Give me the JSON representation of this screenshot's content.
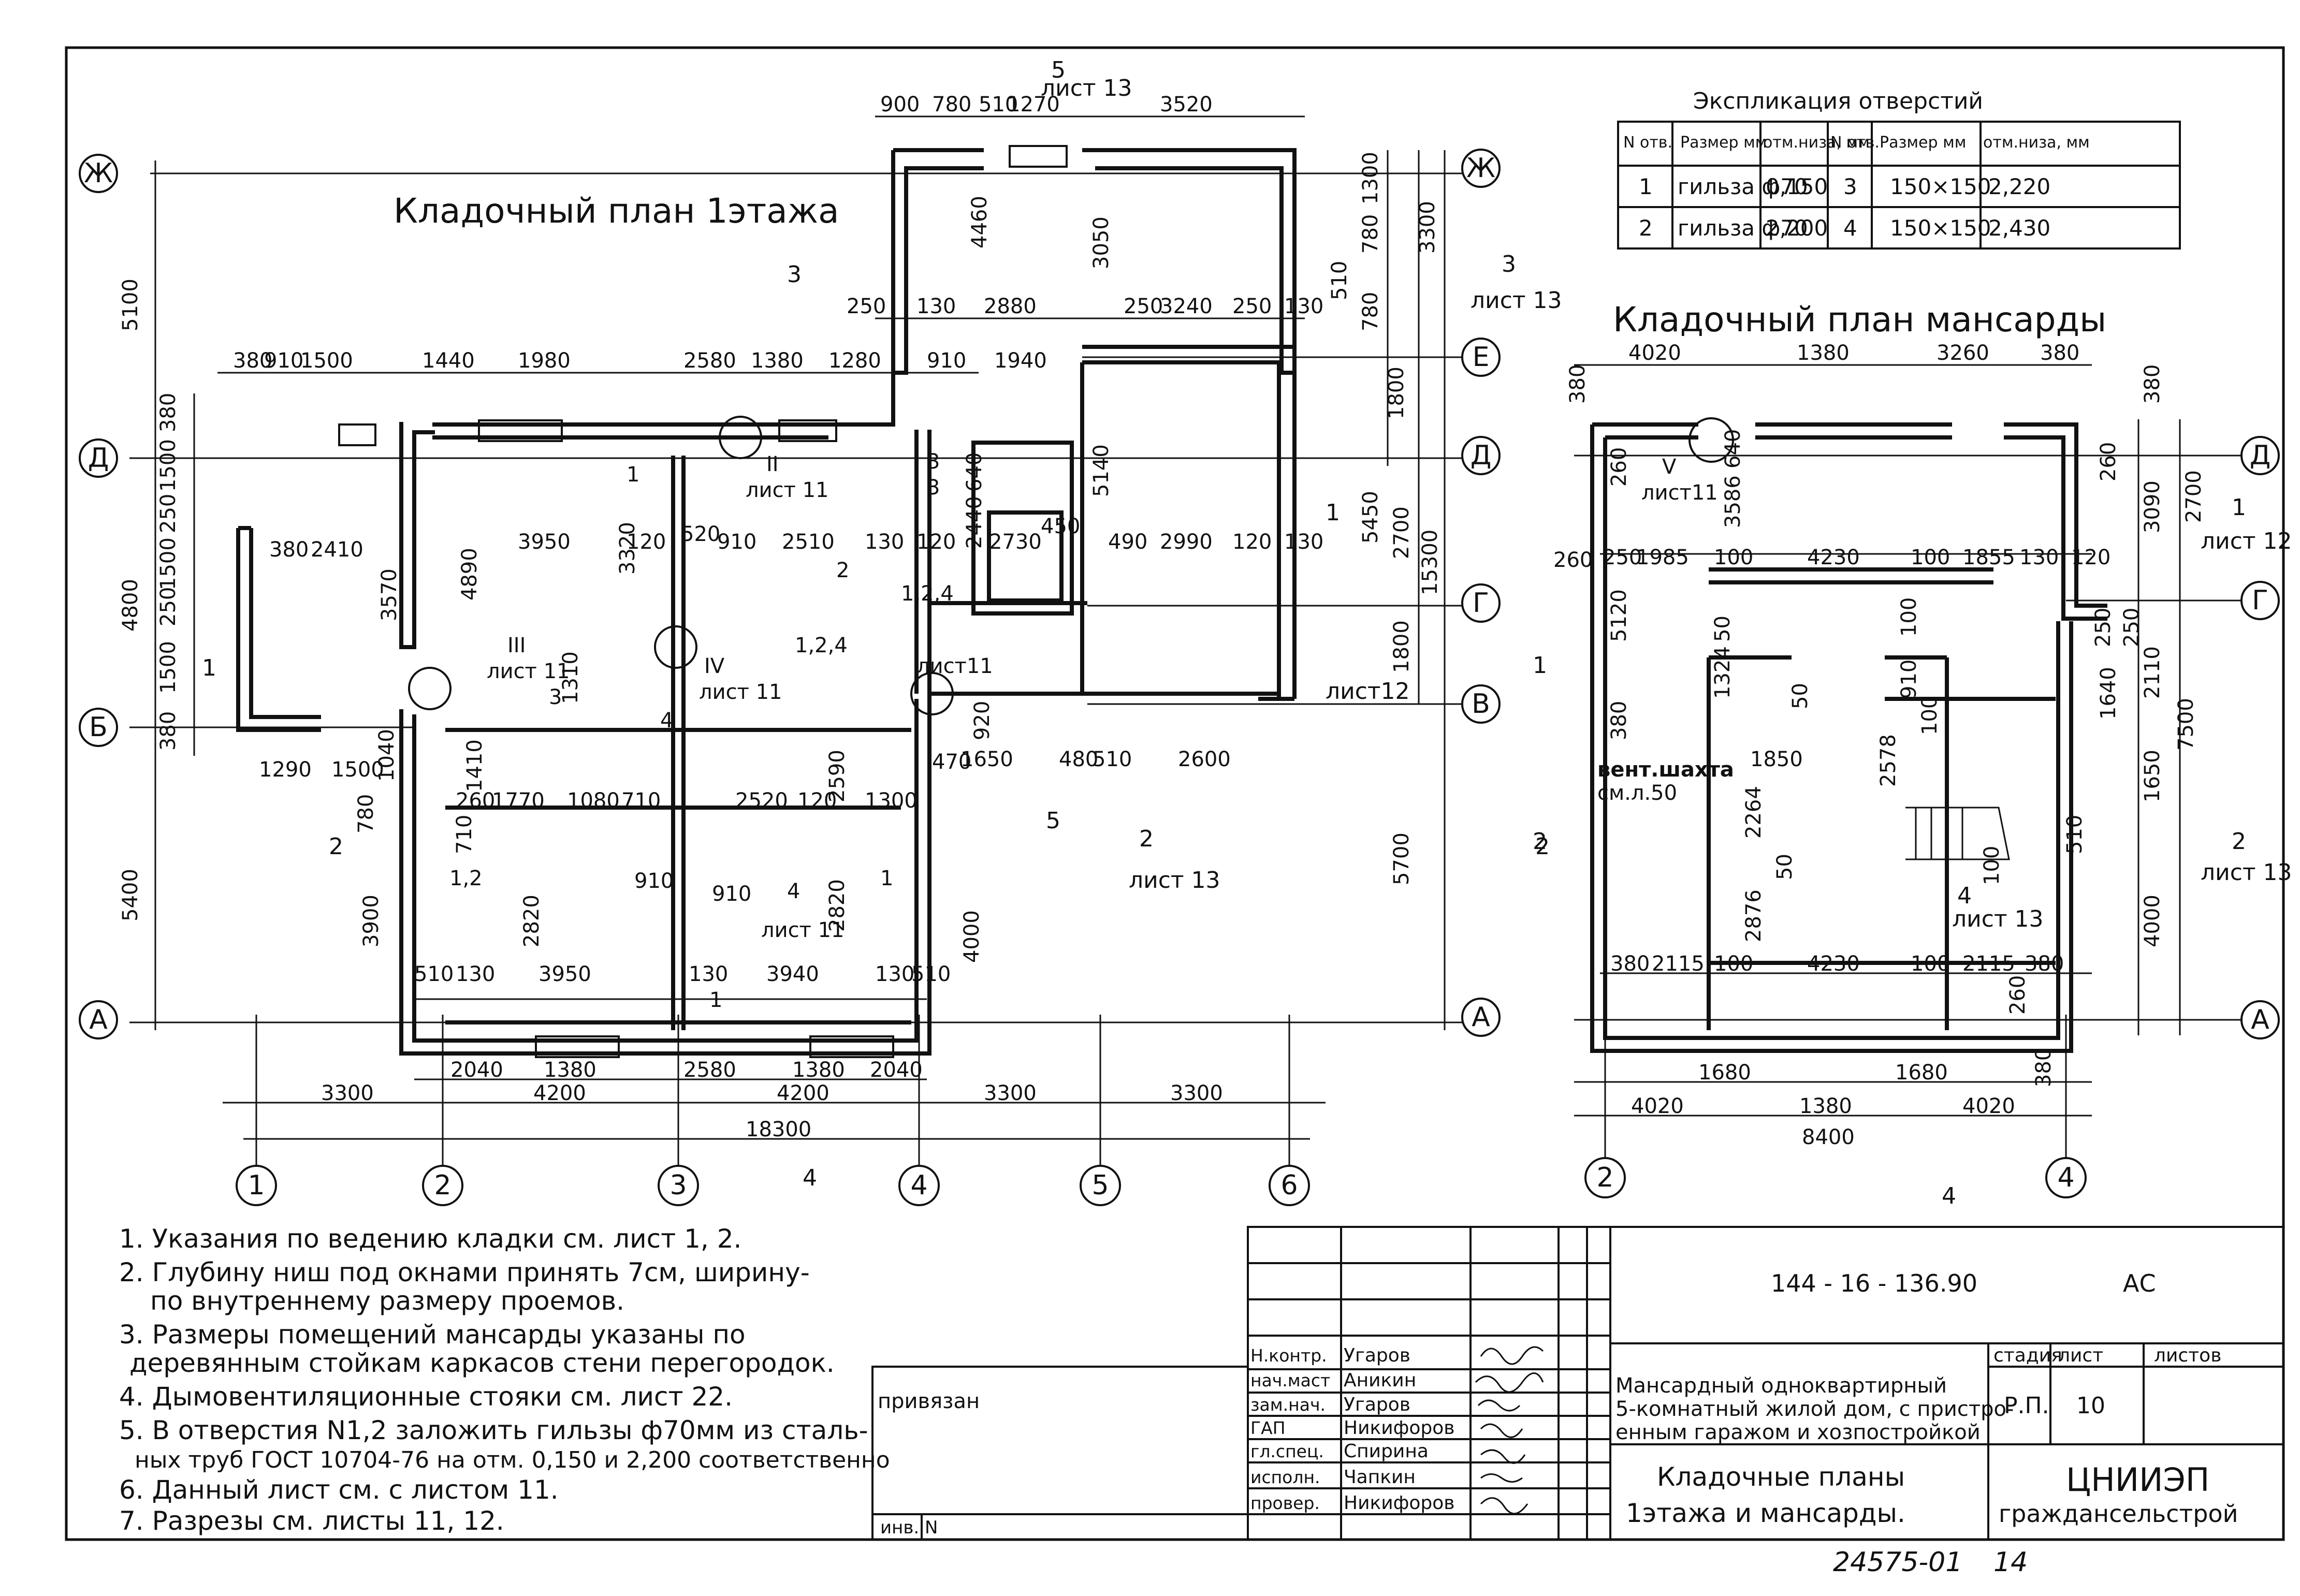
{
  "plan1": {
    "title": "Кладочный план 1этажа",
    "axes_letters": [
      "Ж",
      "Е",
      "Д",
      "Г",
      "В",
      "Б",
      "А"
    ],
    "axes_numbers": [
      "1",
      "2",
      "3",
      "4",
      "5",
      "6"
    ],
    "top_dims": [
      "900",
      "780",
      "510",
      "1270",
      "3520"
    ],
    "row1_dims": [
      "380",
      "910",
      "1500",
      "1440",
      "1980",
      "2580",
      "1380",
      "1280",
      "910",
      "1940"
    ],
    "row2_dims": [
      "250",
      "130",
      "2880",
      "250",
      "3240",
      "250",
      "130"
    ],
    "bottom_dims1": [
      "510",
      "130",
      "3950",
      "130",
      "3940",
      "130",
      "510"
    ],
    "bottom_dims2": [
      "2040",
      "1380",
      "2580",
      "1380",
      "2040"
    ],
    "bottom_dims3": [
      "3300",
      "4200",
      "4200",
      "3300",
      "3300"
    ],
    "total": "18300",
    "left_dims": [
      "5100",
      "4800",
      "5400"
    ],
    "left_inner": [
      "380",
      "1500",
      "250",
      "1500",
      "250",
      "1500",
      "380"
    ],
    "right_dims": [
      "1300",
      "3300",
      "780",
      "510",
      "780",
      "1800",
      "5450",
      "2700",
      "1800",
      "15300",
      "5700"
    ],
    "interior_dims": [
      "3950",
      "120",
      "520",
      "910",
      "2510",
      "130",
      "120",
      "2730",
      "450",
      "490",
      "2990",
      "120",
      "130",
      "380",
      "2410",
      "4890",
      "3320",
      "3570",
      "1310",
      "1410",
      "260",
      "1770",
      "1080",
      "710",
      "2520",
      "120",
      "1300",
      "2820",
      "3950",
      "130",
      "3940",
      "910",
      "910",
      "3900",
      "1650",
      "480",
      "510",
      "2600",
      "920",
      "2590",
      "470",
      "4000",
      "4460",
      "3050",
      "5140",
      "2440",
      "640",
      "1290",
      "1500",
      "1040",
      "780",
      "710",
      "130"
    ],
    "marks": [
      "3",
      "3",
      "3",
      "1",
      "2",
      "1,2,4",
      "1,2,4",
      "1,2",
      "4",
      "4",
      "1",
      "3",
      "4"
    ],
    "section_labels": [
      "II",
      "III",
      "IV",
      "лист 11",
      "лист 11",
      "лист 11",
      "лист11"
    ],
    "cuts": [
      "5",
      "лист 13",
      "3",
      "лист 13",
      "1",
      "лист12",
      "1",
      "2",
      "2",
      "лист 13",
      "5",
      "4"
    ]
  },
  "plan2": {
    "title": "Кладочный план мансарды",
    "axes_letters": [
      "Д",
      "Г",
      "А"
    ],
    "axes_numbers": [
      "2",
      "4"
    ],
    "top_dims": [
      "4020",
      "1380",
      "3260",
      "380"
    ],
    "mid_dims1": [
      "260",
      "250",
      "1985",
      "100",
      "4230",
      "100",
      "1855",
      "130",
      "120"
    ],
    "mid_dims2": [
      "380",
      "2115",
      "100",
      "4230",
      "100",
      "2115",
      "380"
    ],
    "bottom_dims": [
      "1680",
      "1680",
      "4020",
      "1380",
      "4020",
      "8400"
    ],
    "right_dims": [
      "380",
      "260",
      "3090",
      "2700",
      "250",
      "2110",
      "250",
      "1640",
      "1650",
      "7500",
      "510",
      "4000",
      "260",
      "380"
    ],
    "left_dims": [
      "380",
      "260",
      "5120",
      "380"
    ],
    "interior_dims": [
      "3586",
      "640",
      "50",
      "1324",
      "50",
      "910",
      "100",
      "100",
      "2578",
      "1850",
      "2264",
      "50",
      "2876",
      "100"
    ],
    "labels": [
      "V",
      "лист11",
      "вент.шахта",
      "см.л.50",
      "4",
      "лист 13",
      "1",
      "лист 12",
      "2",
      "лист 13",
      "2",
      "4"
    ]
  },
  "schedule": {
    "title": "Экспликация отверстий",
    "headers": [
      "N отв.",
      "Размер мм",
      "отм.низа, мм",
      "N отв.",
      "Размер мм",
      "отм.низа, мм"
    ],
    "rows": [
      [
        "1",
        "гильза ф70",
        "0,150",
        "3",
        "150×150",
        "2,220"
      ],
      [
        "2",
        "гильза ф70",
        "2,200",
        "4",
        "150×150",
        "2,430"
      ]
    ]
  },
  "notes": [
    "1. Указания по ведению кладки см. лист 1, 2.",
    "2. Глубину ниш под окнами принять 7см, ширину-",
    "по внутреннему размеру проемов.",
    "3. Размеры помещений мансарды указаны по",
    "деревянным стойкам каркасов стени перегородок.",
    "4. Дымовентиляционные стояки см. лист 22.",
    "5. В отверстия N1,2 заложить гильзы ф70мм из сталь-",
    "ных труб ГОСТ 10704-76 на отм. 0,150 и 2,200 соответственно",
    "6. Данный лист см. с листом 11.",
    "7. Разрезы см. листы 11, 12."
  ],
  "stamp": {
    "privyazan": "привязан",
    "inv": "инв. N",
    "code": "144 - 16 - 136.90",
    "mark": "АС",
    "roles": [
      "Н.контр.",
      "нач.маст",
      "зам.нач.",
      "ГАП",
      "гл.спец.",
      "исполн.",
      "провер."
    ],
    "names": [
      "Угаров",
      "Аникин",
      "Угаров",
      "Никифоров",
      "Спирина",
      "Чапкин",
      "Никифоров"
    ],
    "project": [
      "Мансардный одноквартирный",
      "5-комнатный жилой дом, с пристро-",
      "енным гаражом и хозпостройкой"
    ],
    "sheet_title": [
      "Кладочные планы",
      "1этажа и мансарды."
    ],
    "stage_header": [
      "стадия",
      "лист",
      "листов"
    ],
    "stage": "Р.П.",
    "sheet": "10",
    "org": [
      "ЦНИИЭП",
      "граждансельстрой"
    ],
    "number": "24575-01",
    "page": "14"
  }
}
